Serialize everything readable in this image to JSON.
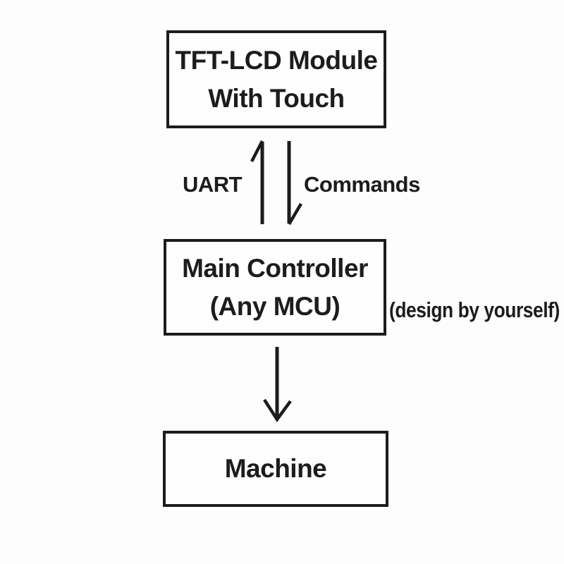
{
  "nodes": [
    {
      "id": "tft-lcd-module",
      "lines": [
        "TFT-LCD Module",
        "With Touch"
      ]
    },
    {
      "id": "main-controller",
      "lines": [
        "Main Controller",
        "(Any MCU)"
      ]
    },
    {
      "id": "machine",
      "lines": [
        "Machine"
      ]
    }
  ],
  "edges": {
    "uart_label": "UART",
    "commands_label": "Commands"
  },
  "side_note": "(design by yourself)",
  "icons": {
    "up_arrow": "uart-up-arrow",
    "down_arrow": "commands-down-arrow",
    "machine_arrow": "mcu-to-machine-down-arrow"
  },
  "colors": {
    "ink": "#1c1c1c",
    "background": "#fdfdfd"
  }
}
